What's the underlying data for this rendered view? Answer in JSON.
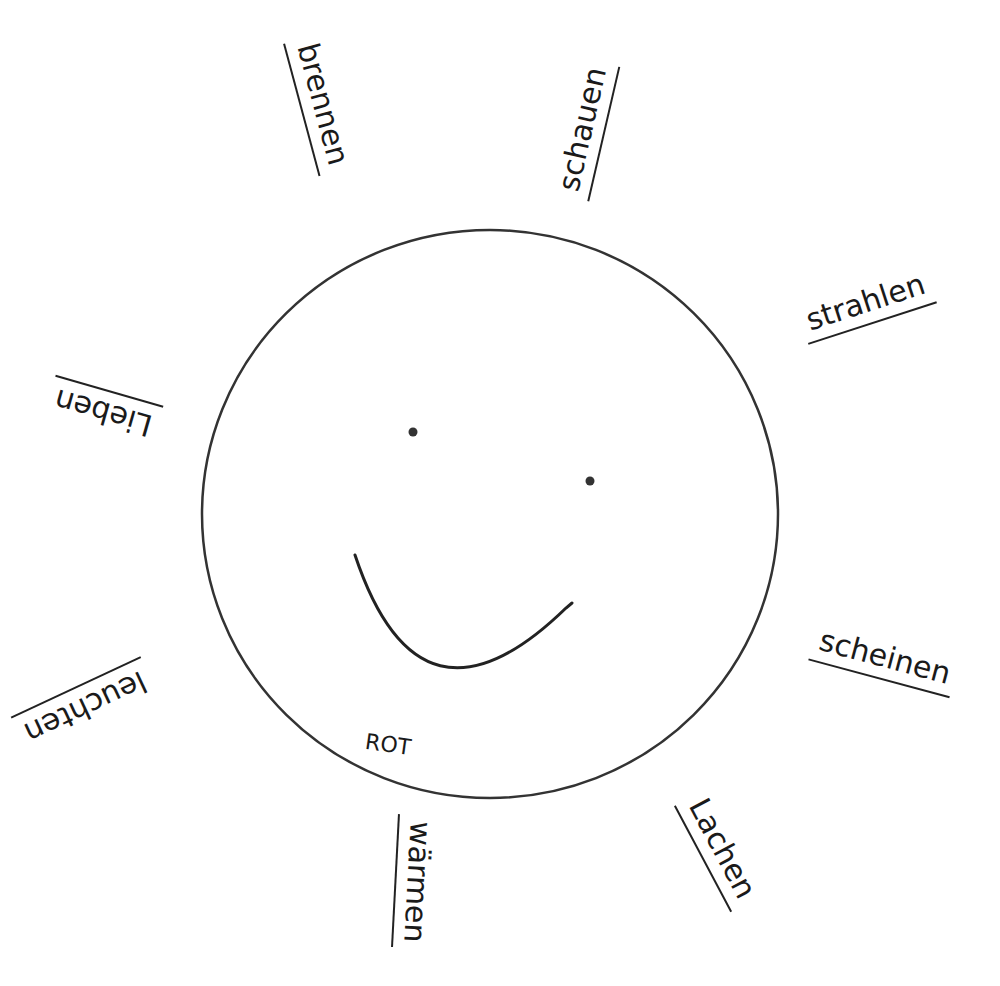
{
  "diagram": {
    "nodes": [
      {
        "text": [
          "ROT"
        ]
      }
    ],
    "labels": [
      "brennen",
      "schauen",
      "strahlen",
      "scheinen",
      "Lachen",
      "wärmen",
      "leuchten",
      "Lieben"
    ]
  }
}
